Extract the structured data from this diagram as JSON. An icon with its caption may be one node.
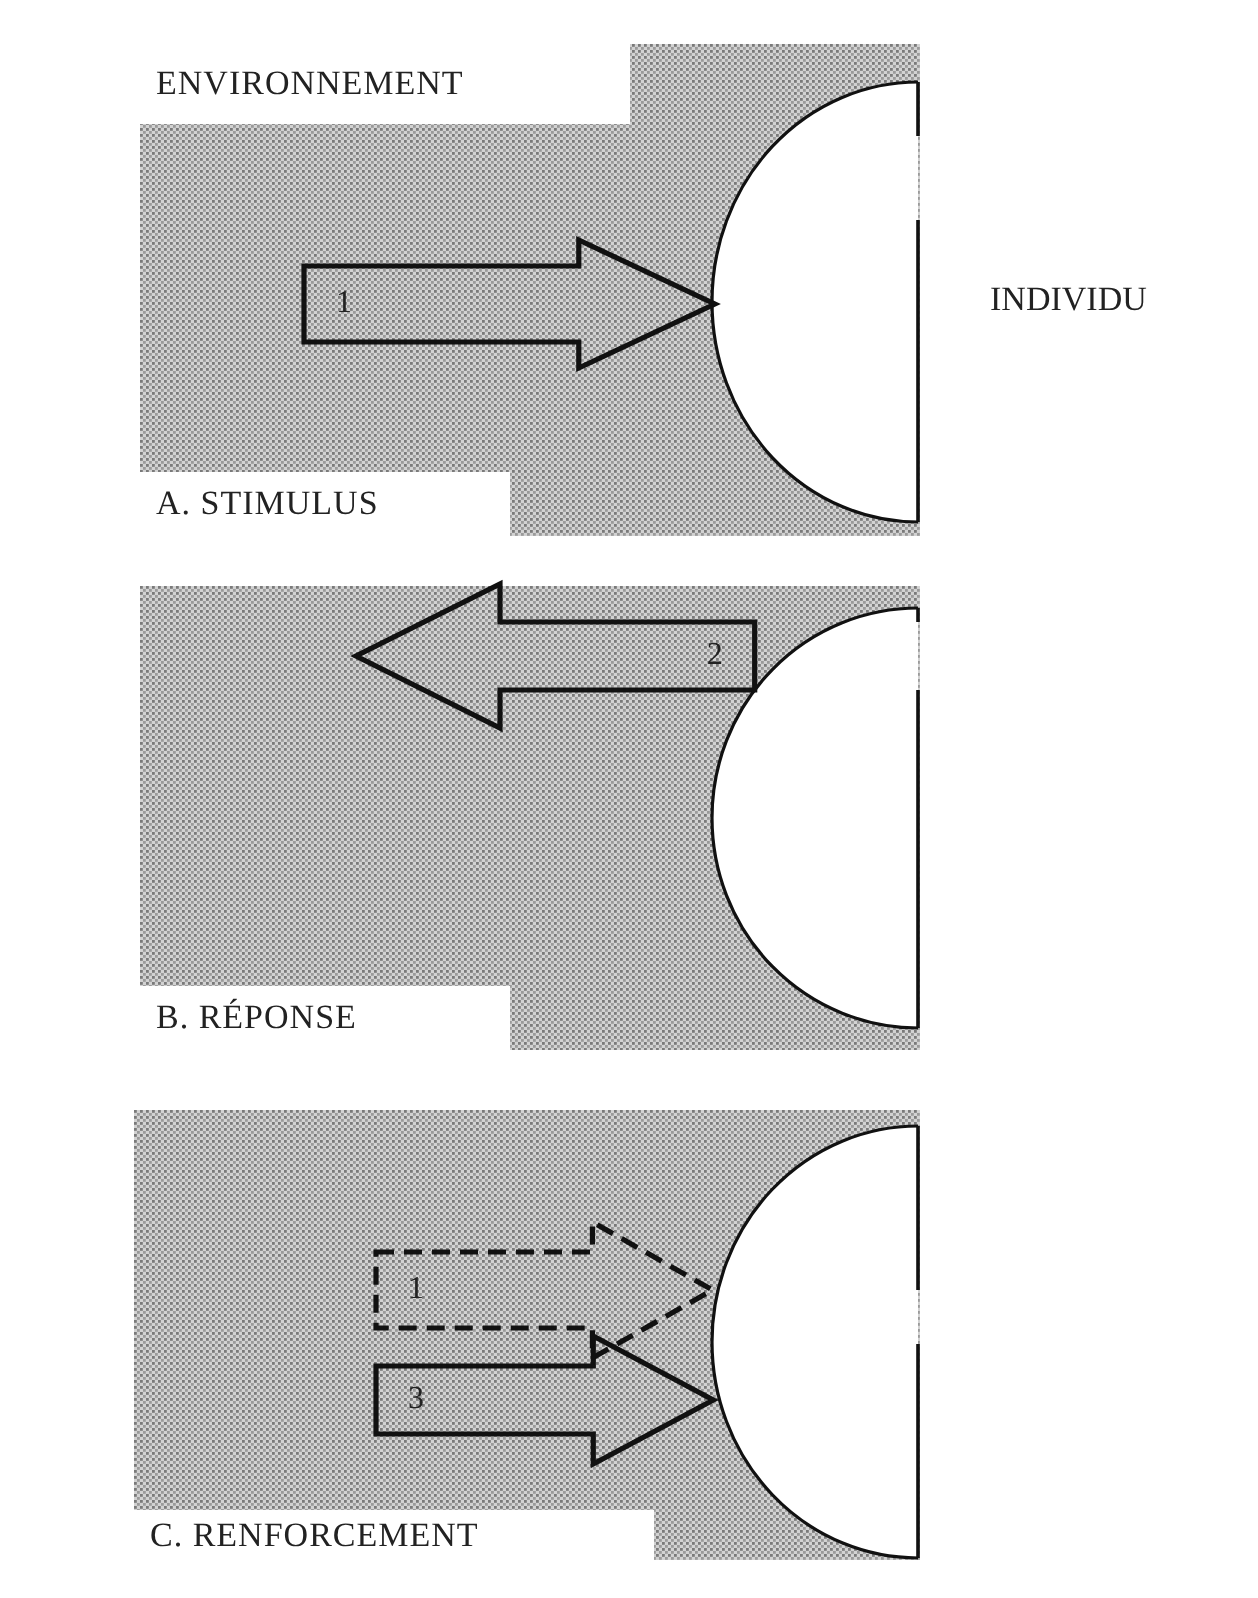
{
  "diagram": {
    "nodes": [
      {
        "text": [
          "ENVIRONNEMENT",
          "A. STIMULUS"
        ]
      },
      {
        "text": [
          "INDIVIDU"
        ],
        "in": 0
      },
      {
        "text": [
          "B. RÉPONSE"
        ]
      },
      {
        "text": [],
        "shape": "circle",
        "in": 2
      },
      {
        "text": [
          "C. RENFORCEMENT"
        ]
      },
      {
        "text": [],
        "shape": "circle",
        "in": 4
      }
    ],
    "edges": [
      {
        "from": null,
        "to": 1,
        "arrow": "to",
        "label": "1"
      },
      {
        "from": 3,
        "to": null,
        "arrow": "to",
        "label": "2"
      },
      {
        "from": null,
        "to": 5,
        "arrow": "to",
        "label": "1",
        "style": "dashed"
      },
      {
        "from": null,
        "to": 5,
        "arrow": "to",
        "label": "3"
      }
    ]
  }
}
